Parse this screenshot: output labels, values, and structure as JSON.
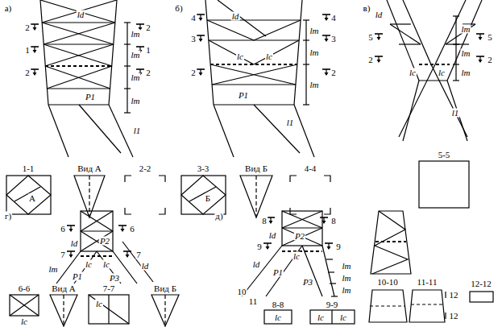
{
  "diagram": {
    "labels": [
      "а)",
      "2",
      "1",
      "2",
      "ld",
      "lm",
      "lm",
      "lm",
      "lm",
      "2",
      "1",
      "2",
      "P1",
      "l1",
      "1-1",
      "А",
      "Вид А",
      "2-2",
      "б)",
      "4",
      "3",
      "2",
      "ld",
      "lm",
      "lm",
      "lm",
      "4",
      "3",
      "2",
      "lc",
      "lc",
      "l1",
      "P1",
      "3-3",
      "Б",
      "Вид Б",
      "4-4",
      "в)",
      "ld",
      "5",
      "2",
      "lm",
      "lm",
      "lm",
      "5",
      "2",
      "lc",
      "lc",
      "l1",
      "5-5",
      "г)",
      "6",
      "7",
      "ld",
      "P2",
      "lc",
      "lc",
      "P1",
      "P3",
      "lm",
      "ld",
      "6",
      "7",
      "6-6",
      "lc",
      "Вид А",
      "7-7",
      "lc",
      "Вид Б",
      "д)",
      "8",
      "9",
      "ld",
      "ld",
      "P2",
      "lc",
      "P1",
      "P3",
      "lm",
      "lm",
      "lm",
      "8",
      "9",
      "10",
      "11",
      "8-8",
      "lc",
      "9-9",
      "lc",
      "lc",
      "10-10",
      "11-11",
      "12",
      "12",
      "12-12"
    ]
  }
}
